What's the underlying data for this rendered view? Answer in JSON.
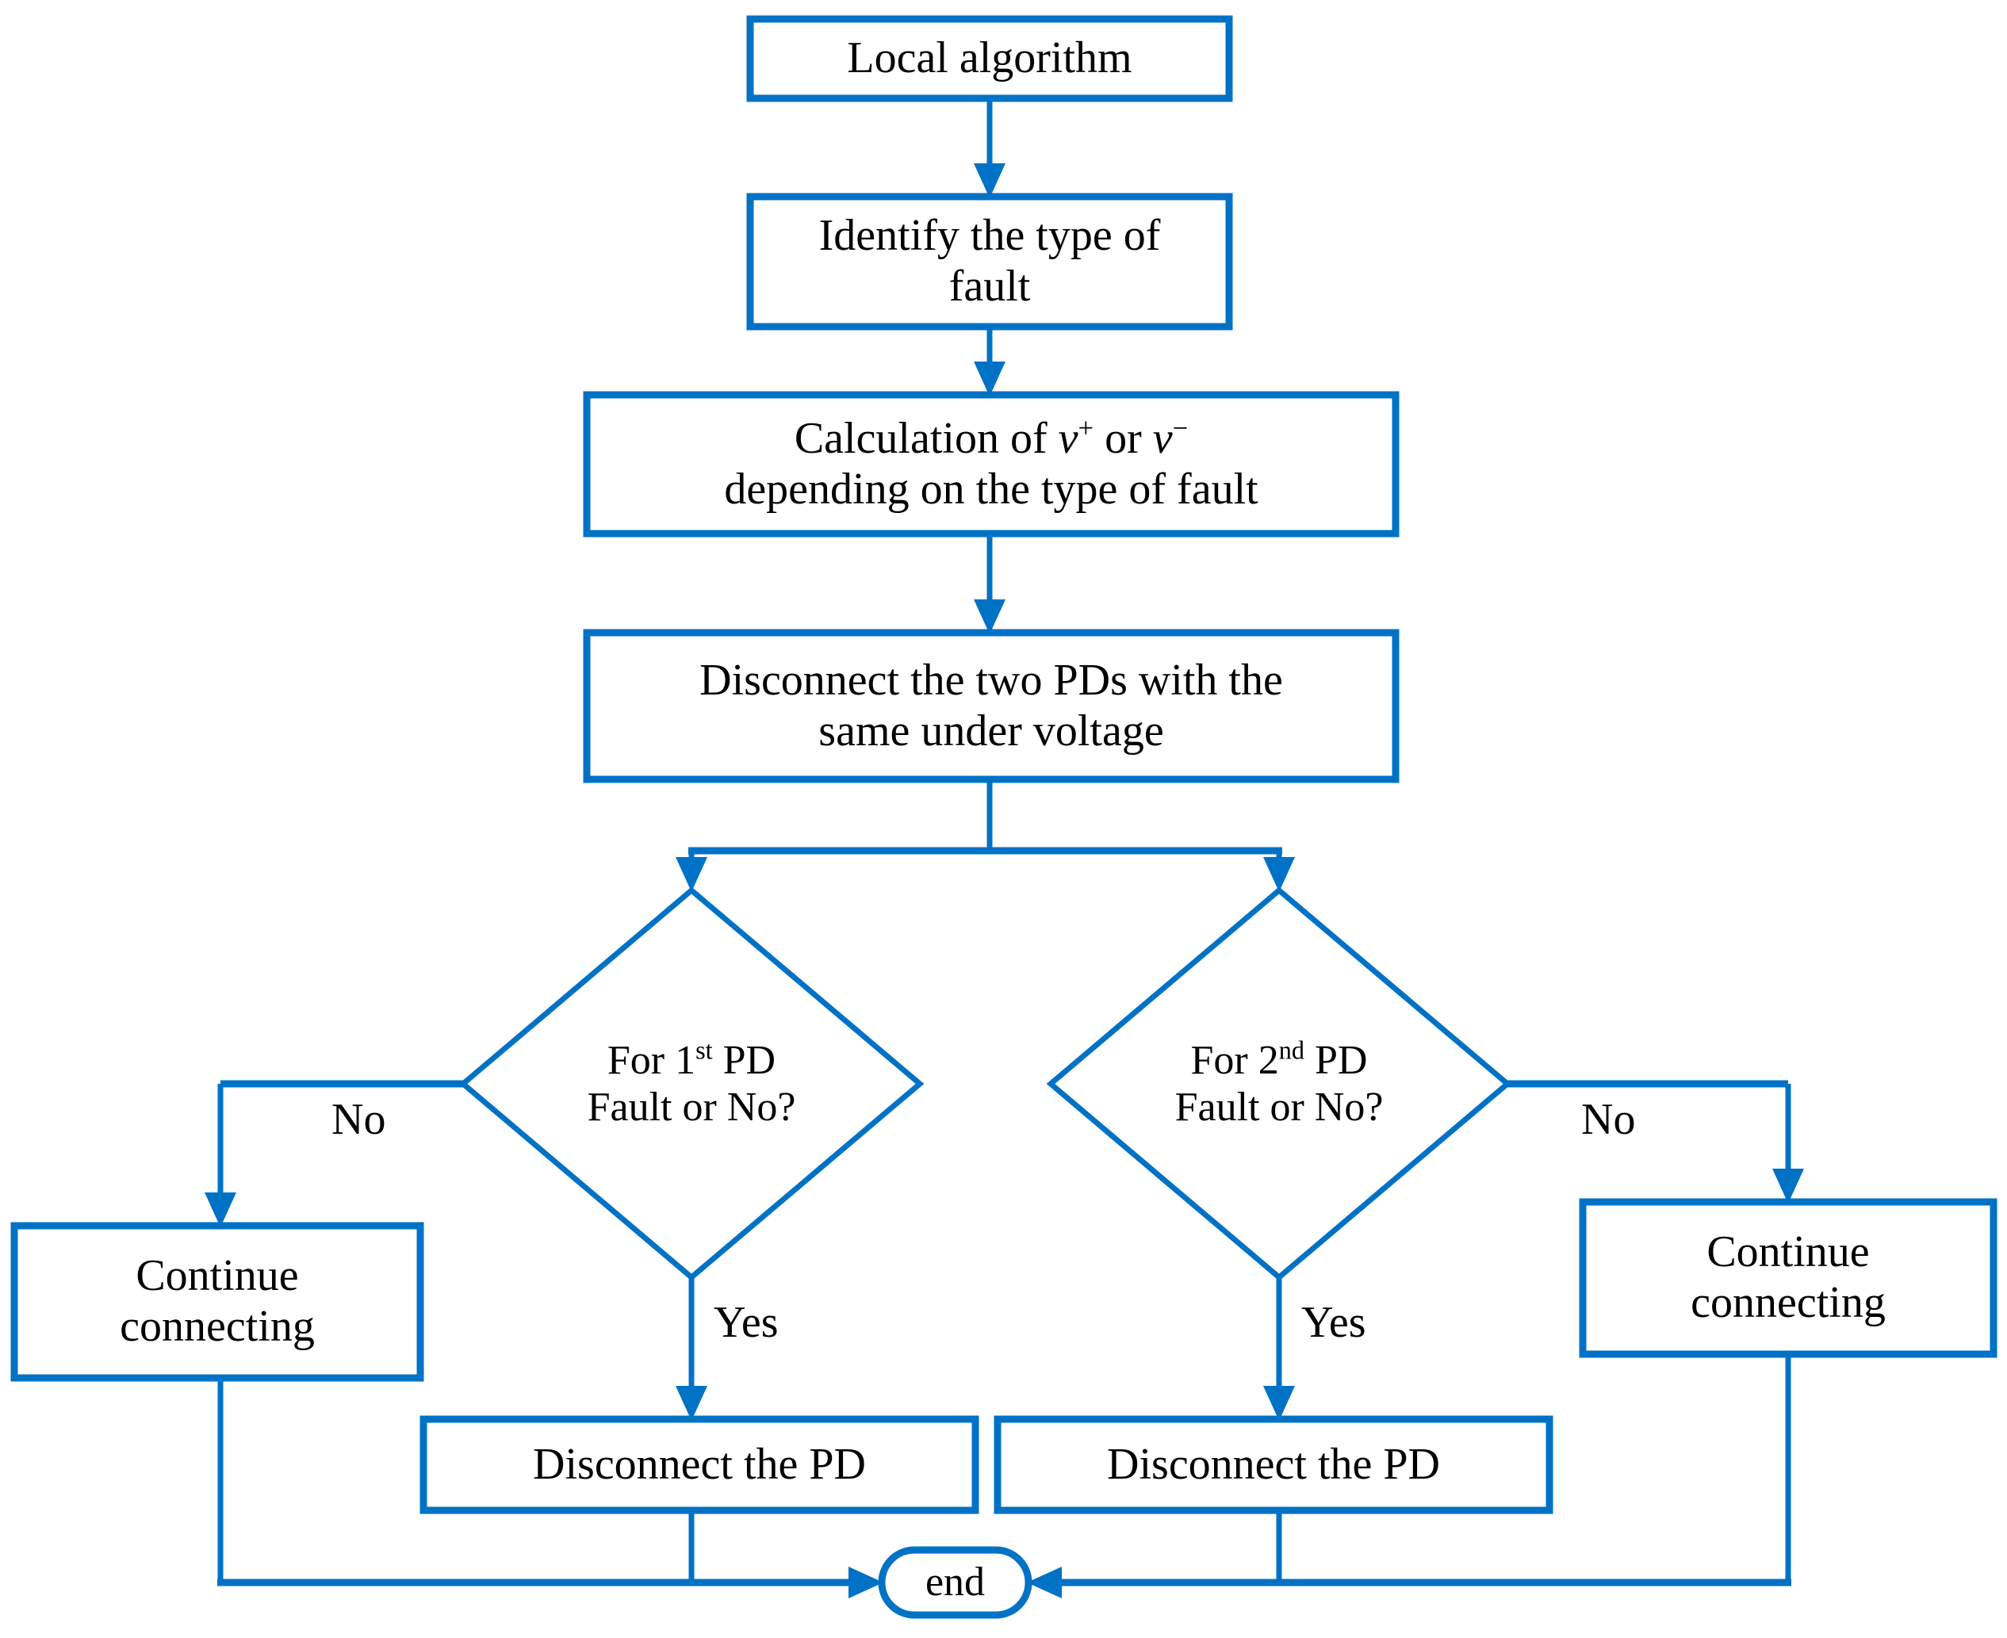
{
  "diagram": {
    "type": "flowchart",
    "title": "Local algorithm",
    "accent_color": "#0072C6",
    "text_color": "#000000",
    "background_color": "#FFFFFF"
  },
  "nodes": {
    "start": {
      "id": "start",
      "shape": "rectangle",
      "label": "Local algorithm"
    },
    "identify_fault": {
      "id": "identify-fault",
      "shape": "rectangle",
      "label": "Identify the type of\nfault",
      "line1": "Identify the type of",
      "line2": "fault"
    },
    "calculation": {
      "id": "calculation",
      "shape": "rectangle",
      "line1_pre": "Calculation of ",
      "line1_var1": "v",
      "line1_sup1": "+",
      "line1_mid": " or ",
      "line1_var2": "v",
      "line1_sup2": "−",
      "line2": "depending on the type of fault",
      "label_plain": "Calculation of v + or v − depending on the type of fault"
    },
    "disconnect_two_pds": {
      "id": "disconnect-two-pds",
      "shape": "rectangle",
      "line1": "Disconnect the two PDs with the",
      "line2": "same under voltage",
      "label_plain": "Disconnect the two PDs with the same under voltage"
    },
    "decision_first_pd": {
      "id": "decision-first-pd",
      "shape": "diamond",
      "line1_pre": "For 1",
      "line1_sup": "st",
      "line1_post": " PD",
      "line2": "Fault or No?",
      "label_plain": "For 1st PD Fault or No?"
    },
    "decision_second_pd": {
      "id": "decision-second-pd",
      "shape": "diamond",
      "line1_pre": "For 2",
      "line1_sup": "nd",
      "line1_post": " PD",
      "line2": "Fault or No?",
      "label_plain": "For 2nd PD Fault or No?"
    },
    "continue_left": {
      "id": "continue-connecting-left",
      "shape": "rectangle",
      "line1": "Continue",
      "line2": "connecting",
      "label_plain": "Continue connecting"
    },
    "continue_right": {
      "id": "continue-connecting-right",
      "shape": "rectangle",
      "line1": "Continue",
      "line2": "connecting",
      "label_plain": "Continue connecting"
    },
    "disconnect_pd_left": {
      "id": "disconnect-pd-left",
      "shape": "rectangle",
      "label": "Disconnect the PD"
    },
    "disconnect_pd_right": {
      "id": "disconnect-pd-right",
      "shape": "rectangle",
      "label": "Disconnect the PD"
    },
    "end": {
      "id": "end",
      "shape": "rounded-terminator",
      "label": "end"
    }
  },
  "edge_labels": {
    "no_left": "No",
    "no_right": "No",
    "yes_left": "Yes",
    "yes_right": "Yes"
  },
  "edges": [
    {
      "from": "start",
      "to": "identify_fault",
      "label": ""
    },
    {
      "from": "identify_fault",
      "to": "calculation",
      "label": ""
    },
    {
      "from": "calculation",
      "to": "disconnect_two_pds",
      "label": ""
    },
    {
      "from": "disconnect_two_pds",
      "to": "decision_first_pd",
      "label": ""
    },
    {
      "from": "disconnect_two_pds",
      "to": "decision_second_pd",
      "label": ""
    },
    {
      "from": "decision_first_pd",
      "to": "continue_left",
      "label": "No"
    },
    {
      "from": "decision_first_pd",
      "to": "disconnect_pd_left",
      "label": "Yes"
    },
    {
      "from": "decision_second_pd",
      "to": "continue_right",
      "label": "No"
    },
    {
      "from": "decision_second_pd",
      "to": "disconnect_pd_right",
      "label": "Yes"
    },
    {
      "from": "continue_left",
      "to": "end",
      "label": ""
    },
    {
      "from": "disconnect_pd_left",
      "to": "end",
      "label": ""
    },
    {
      "from": "continue_right",
      "to": "end",
      "label": ""
    },
    {
      "from": "disconnect_pd_right",
      "to": "end",
      "label": ""
    }
  ]
}
